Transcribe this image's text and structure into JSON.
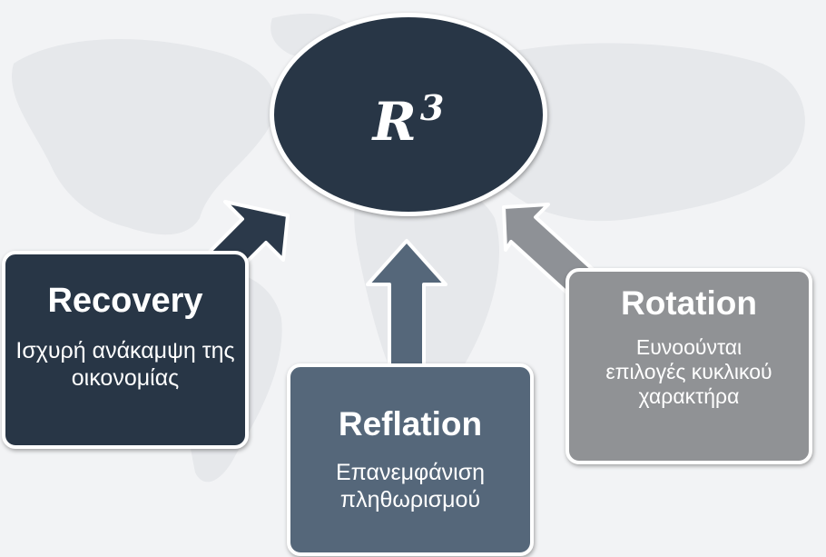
{
  "hub": {
    "symbol": "R",
    "exponent": "3"
  },
  "cards": {
    "recovery": {
      "title": "Recovery",
      "description": "Ισχυρή ανάκαμψη της οικονομίας"
    },
    "reflation": {
      "title": "Reflation",
      "description": "Επανεμφάνιση πληθωρισμού"
    },
    "rotation": {
      "title": "Rotation",
      "description": "Ευνοούνται επιλογές κυκλικού χαρακτήρα"
    }
  },
  "colors": {
    "background": "#f2f3f5",
    "map": "#e6e8eb",
    "hub": "#283646",
    "recovery": "#283646",
    "reflation": "#55677a",
    "rotation": "#909295",
    "arrow_left": "#2b394a",
    "arrow_center": "#55677a",
    "arrow_right": "#8e9196",
    "text": "#ffffff"
  }
}
